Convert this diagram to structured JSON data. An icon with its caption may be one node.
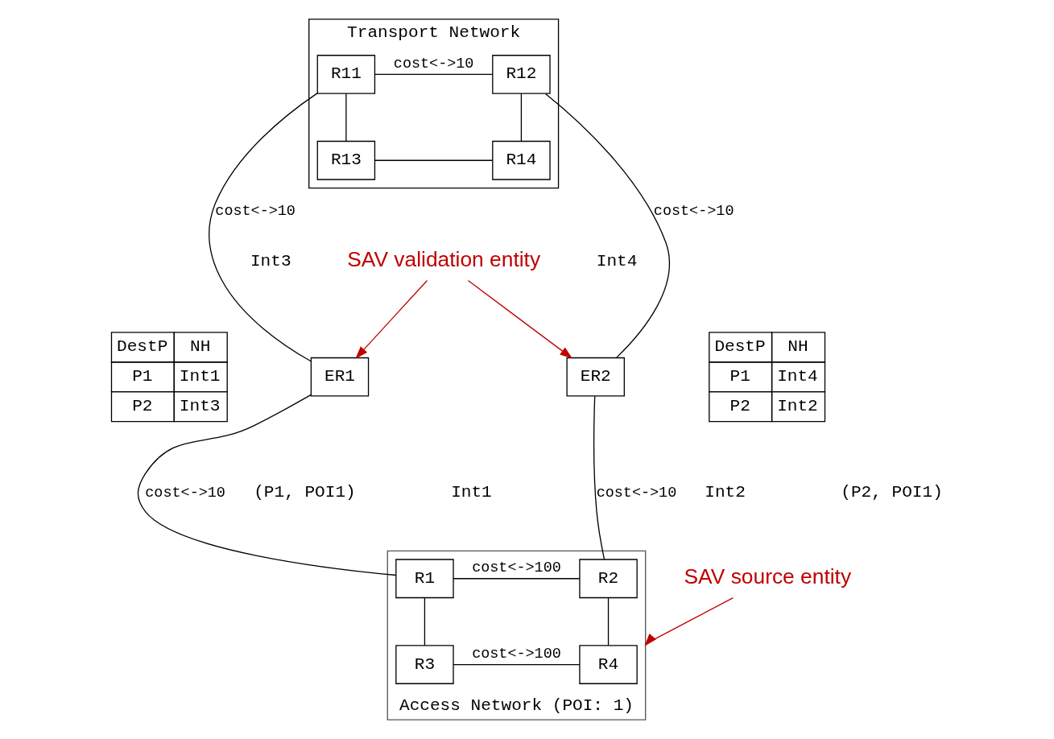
{
  "diagram": {
    "nodes": [
      {
        "text": [
          "Transport Network"
        ]
      },
      {
        "text": [
          "R11"
        ],
        "in": 0
      },
      {
        "text": [
          "R12"
        ],
        "in": 0
      },
      {
        "text": [
          "R13"
        ],
        "in": 0
      },
      {
        "text": [
          "R14"
        ],
        "in": 0
      },
      {
        "text": [
          "ER1"
        ]
      },
      {
        "text": [
          "ER2"
        ]
      },
      {
        "text": [
          "Access Network (POI: 1)"
        ]
      },
      {
        "text": [
          "R1"
        ],
        "in": 7
      },
      {
        "text": [
          "R2"
        ],
        "in": 7
      },
      {
        "text": [
          "R3"
        ],
        "in": 7
      },
      {
        "text": [
          "R4"
        ],
        "in": 7
      },
      {
        "text": [
          "SAV validation entity"
        ]
      },
      {
        "text": [
          "SAV source entity"
        ]
      }
    ],
    "edges": [
      {
        "from": 1,
        "to": 2,
        "arrow": "none",
        "label": "cost<->10"
      },
      {
        "from": 1,
        "to": 3,
        "arrow": "none"
      },
      {
        "from": 2,
        "to": 4,
        "arrow": "none"
      },
      {
        "from": 3,
        "to": 4,
        "arrow": "none"
      },
      {
        "from": 1,
        "to": 5,
        "arrow": "none",
        "label": "cost<->10"
      },
      {
        "from": 2,
        "to": 6,
        "arrow": "none",
        "label": "cost<->10"
      },
      {
        "from": 5,
        "to": 8,
        "arrow": "none",
        "label": "cost<->10"
      },
      {
        "from": 6,
        "to": 9,
        "arrow": "none",
        "label": "cost<->10"
      },
      {
        "from": 8,
        "to": 9,
        "arrow": "none",
        "label": "cost<->100"
      },
      {
        "from": 8,
        "to": 10,
        "arrow": "none"
      },
      {
        "from": 9,
        "to": 11,
        "arrow": "none"
      },
      {
        "from": 10,
        "to": 11,
        "arrow": "none",
        "label": "cost<->100"
      },
      {
        "from": 12,
        "to": 5,
        "arrow": "to",
        "color": "#c00000"
      },
      {
        "from": 12,
        "to": 6,
        "arrow": "to",
        "color": "#c00000"
      },
      {
        "from": 13,
        "to": 7,
        "arrow": "to",
        "color": "#c00000"
      }
    ],
    "labels": [
      "DestP",
      "NH",
      "P1",
      "Int1",
      "P2",
      "Int3",
      "Int3",
      "Int4",
      "DestP",
      "NH",
      "P1",
      "Int4",
      "P2",
      "Int2",
      "Int1",
      "Int2",
      "(P1, POI1)",
      "(P2, POI1)"
    ]
  }
}
